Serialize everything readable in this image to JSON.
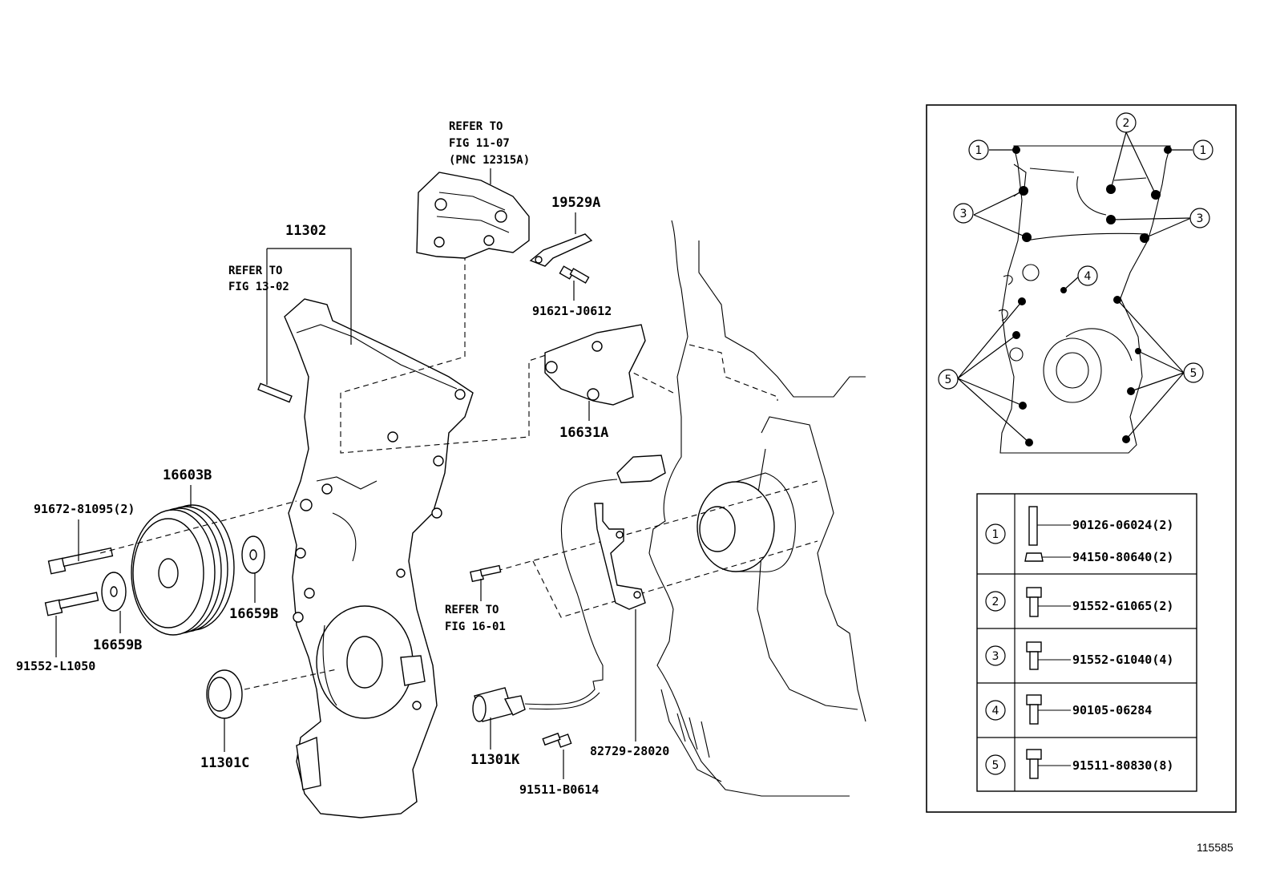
{
  "callouts": {
    "refer_11_07": [
      "REFER TO",
      "FIG 11-07",
      "(PNC 12315A)"
    ],
    "refer_13_02": [
      "REFER TO",
      "FIG 13-02"
    ],
    "refer_16_01": [
      "REFER TO",
      "FIG 16-01"
    ],
    "p11302": "11302",
    "p19529A": "19529A",
    "p91621": "91621-J0612",
    "p16631A": "16631A",
    "p16603B": "16603B",
    "p91672": "91672-81095(2)",
    "p16659B_upper": "16659B",
    "p16659B_lower": "16659B",
    "p91552L": "91552-L1050",
    "p11301C": "11301C",
    "p11301K": "11301K",
    "p91511B": "91511-B0614",
    "p82729": "82729-28020"
  },
  "inset": {
    "markers": [
      "1",
      "2",
      "3",
      "4",
      "5"
    ]
  },
  "bolt_table": {
    "rows": [
      {
        "key": "1",
        "parts": [
          "90126-06024(2)",
          "94150-80640(2)"
        ]
      },
      {
        "key": "2",
        "parts": [
          "91552-G1065(2)"
        ]
      },
      {
        "key": "3",
        "parts": [
          "91552-G1040(4)"
        ]
      },
      {
        "key": "4",
        "parts": [
          "90105-06284"
        ]
      },
      {
        "key": "5",
        "parts": [
          "91511-80830(8)"
        ]
      }
    ]
  },
  "figure_id": "115585"
}
